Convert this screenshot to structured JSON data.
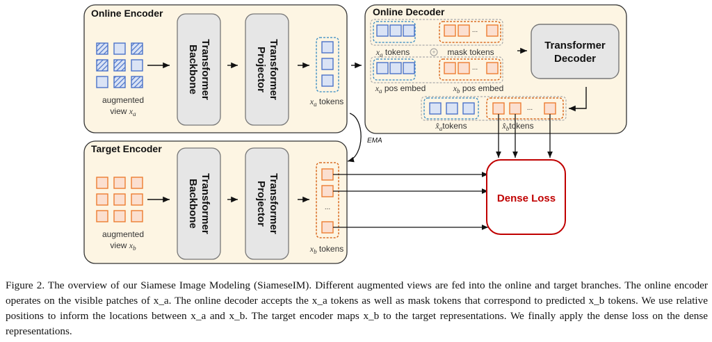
{
  "diagram": {
    "online_encoder": {
      "title": "Online Encoder",
      "input_label_line1": "augmented",
      "input_label_line2": "view x_a",
      "backbone": "Transformer Backbone",
      "projector": "Transformer Projector",
      "output_label": "x_a tokens",
      "patch_pattern": [
        "masked",
        "visible",
        "masked",
        "masked",
        "masked",
        "visible",
        "visible",
        "masked",
        "masked"
      ]
    },
    "target_encoder": {
      "title": "Target Encoder",
      "input_label_line1": "augmented",
      "input_label_line2": "view x_b",
      "backbone": "Transformer Backbone",
      "projector": "Transformer Projector",
      "output_label": "x_b tokens",
      "ellipsis": "..."
    },
    "online_decoder": {
      "title": "Online Decoder",
      "xa_tokens": "x_a tokens",
      "mask_tokens": "mask tokens",
      "xa_pos": "x_a pos embed",
      "xb_pos": "x_b pos embed",
      "plus": "+",
      "decoder": "Transformer Decoder",
      "xa_hat_tokens": "x̂_a tokens",
      "xb_hat_tokens": "x̂_b tokens",
      "ellipsis": "..."
    },
    "ema_label": "EMA",
    "loss_label": "Dense Loss",
    "colors": {
      "panel_fill": "#fdf5e3",
      "blue_fill": "#dae3f5",
      "blue_stroke": "#4a72c8",
      "orange_fill": "#fbdfd0",
      "orange_stroke": "#ed7d31",
      "box_fill": "#e6e6e6",
      "loss_red": "#c00000"
    }
  },
  "caption": {
    "label": "Figure 2.",
    "text": "The overview of our Siamese Image Modeling (SiameseIM). Different augmented views are fed into the online and target branches. The online encoder operates on the visible patches of x_a. The online decoder accepts the x_a tokens as well as mask tokens that correspond to predicted x_b tokens. We use relative positions to inform the locations between x_a and x_b. The target encoder maps x_b to the target representations. We finally apply the dense loss on the dense representations."
  }
}
